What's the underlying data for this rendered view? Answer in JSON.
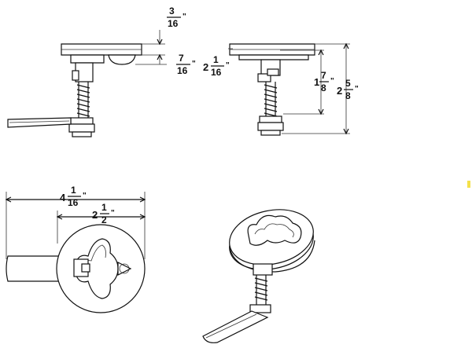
{
  "dimensions": {
    "flange_thickness": {
      "whole": "",
      "num": "3",
      "den": "16",
      "unit": "\""
    },
    "handle_offset": {
      "whole": "",
      "num": "7",
      "den": "16",
      "unit": "\""
    },
    "flange_offset": {
      "whole": "2",
      "num": "1",
      "den": "16",
      "unit": "\""
    },
    "body_length": {
      "whole": "1",
      "num": "7",
      "den": "8",
      "unit": "\""
    },
    "overall_height": {
      "whole": "2",
      "num": "5",
      "den": "8",
      "unit": "\""
    },
    "overall_length": {
      "whole": "4",
      "num": "1",
      "den": "16",
      "unit": "\""
    },
    "flange_diameter": {
      "whole": "2",
      "num": "1",
      "den": "2",
      "unit": "\""
    }
  },
  "colors": {
    "line": "#111111",
    "marker": "#f4e14a"
  }
}
